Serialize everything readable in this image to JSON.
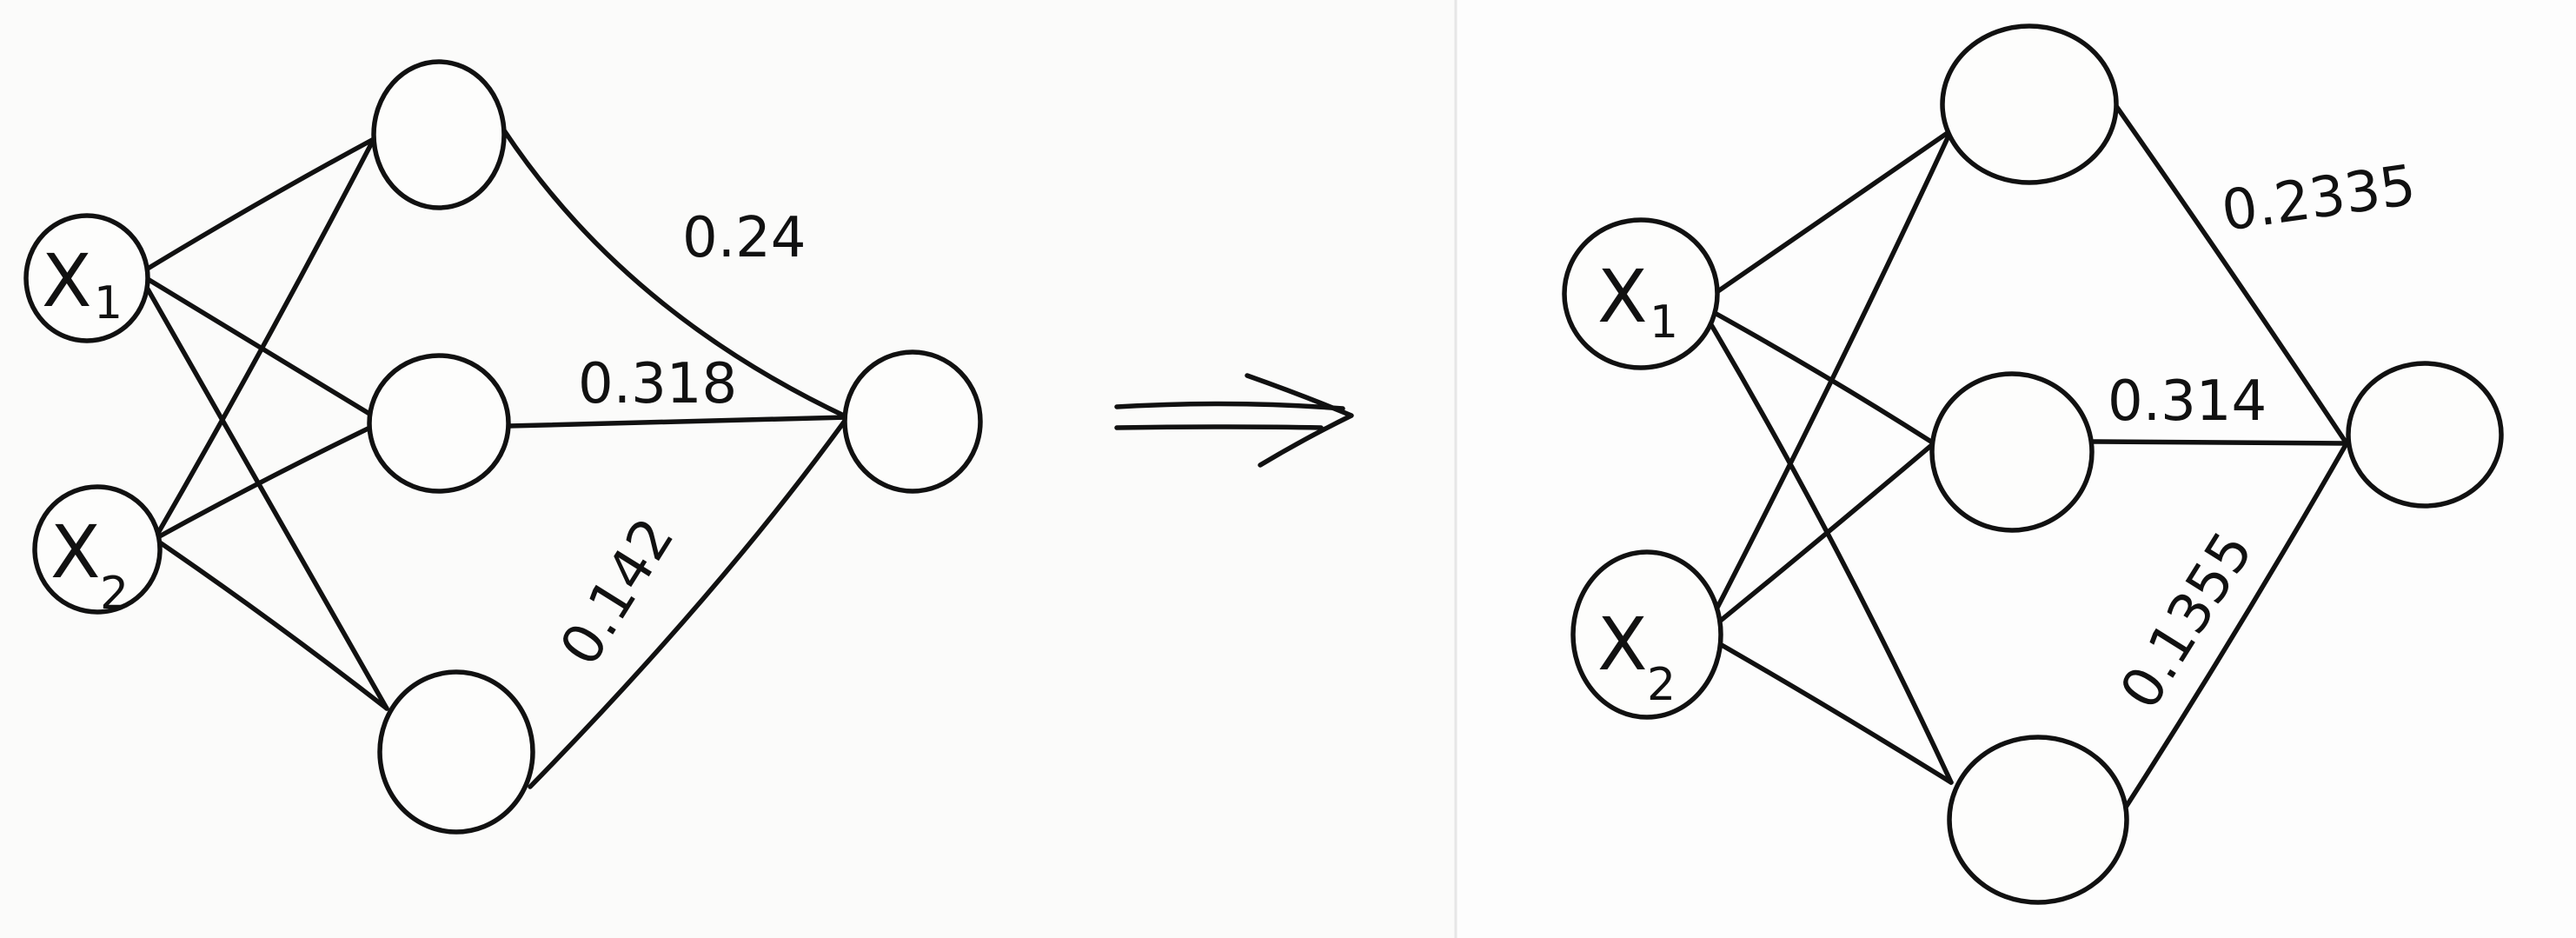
{
  "left_network": {
    "inputs": [
      {
        "main": "X",
        "sub": "1"
      },
      {
        "main": "X",
        "sub": "2"
      }
    ],
    "weights": [
      "0.24",
      "0.318",
      "0.142"
    ]
  },
  "right_network": {
    "inputs": [
      {
        "main": "X",
        "sub": "1"
      },
      {
        "main": "X",
        "sub": "2"
      }
    ],
    "weights": [
      "0.2335",
      "0.314",
      "0.1355"
    ]
  },
  "arrow": "⟹",
  "colors": {
    "ink": "#111111",
    "paper": "#fbfbfa"
  }
}
